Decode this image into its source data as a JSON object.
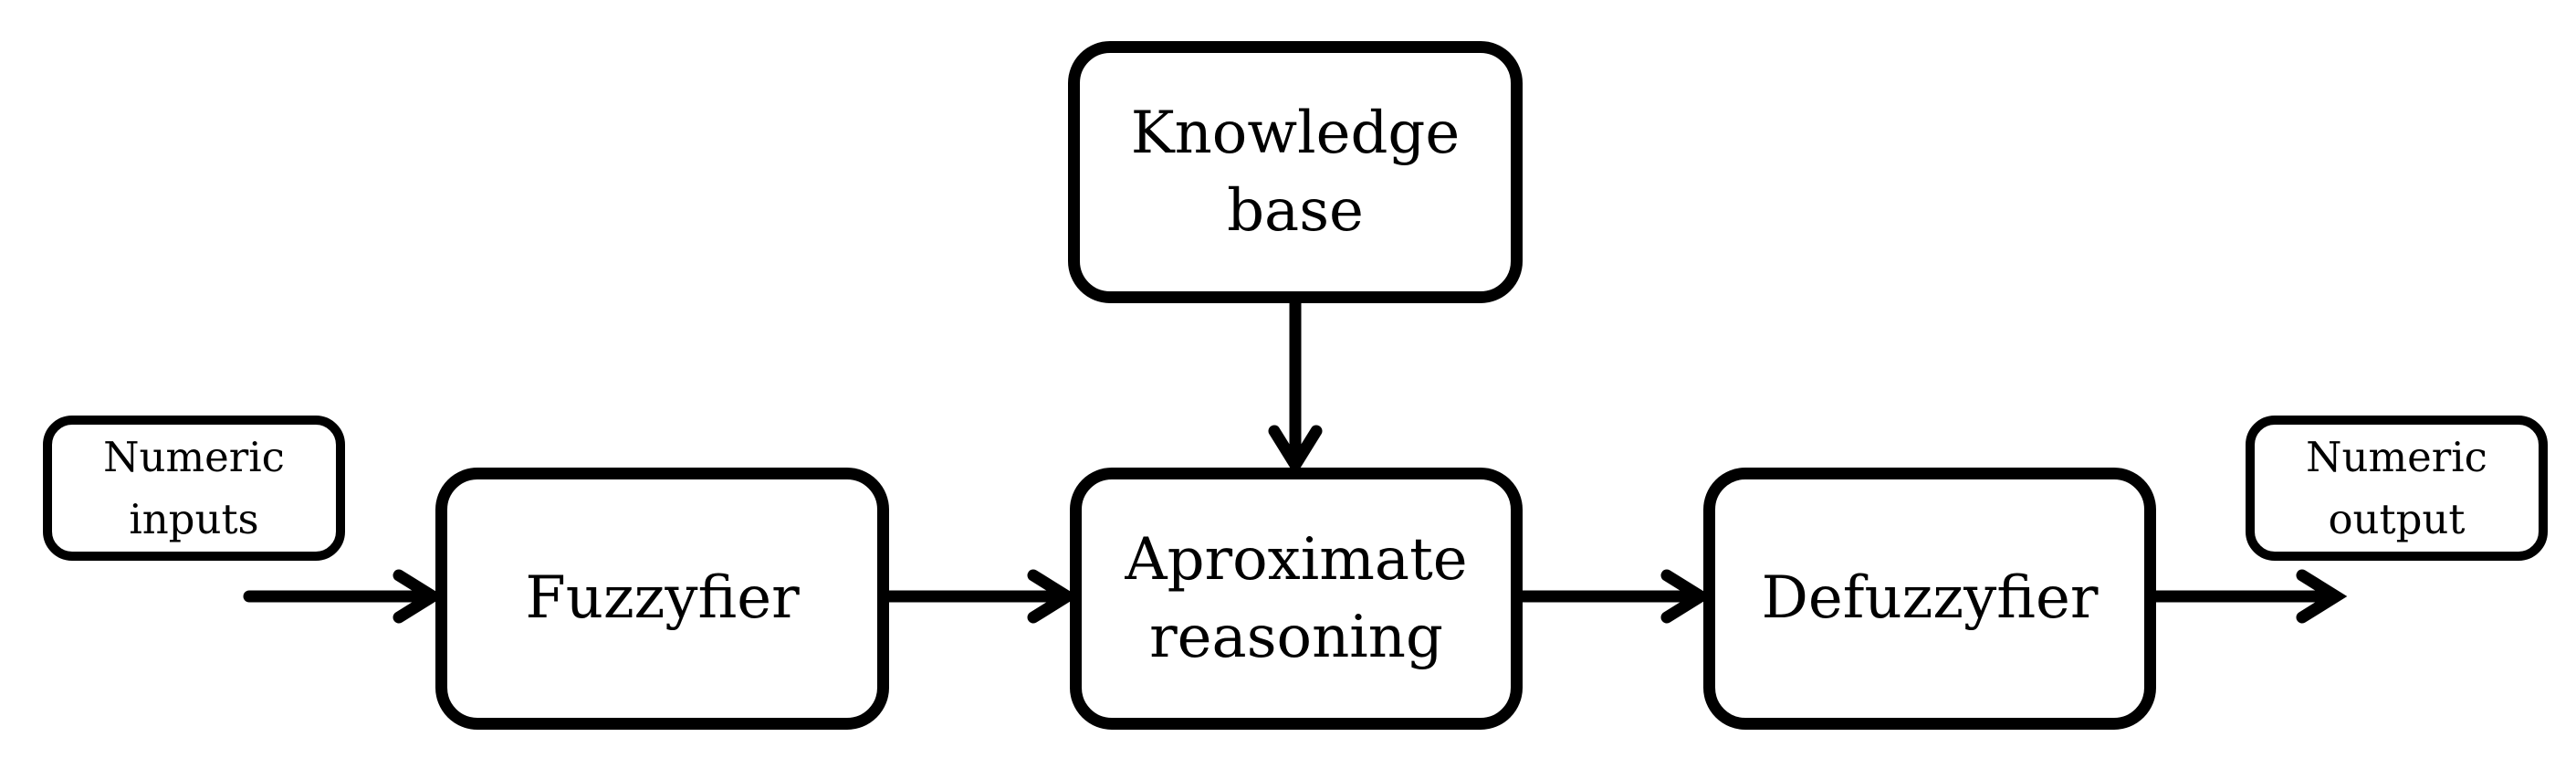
{
  "diagram": {
    "type": "flowchart",
    "colors": {
      "stroke": "#000000",
      "node_fill": "#ffffff",
      "text": "#000000",
      "background": "#ffffff"
    },
    "nodes": {
      "knowledge_base": {
        "label": "Knowledge\nbase",
        "shape": "rounded-rect",
        "size": "large"
      },
      "numeric_inputs": {
        "label": "Numeric\ninputs",
        "shape": "rounded-rect",
        "size": "small"
      },
      "fuzzyfier": {
        "label": "Fuzzyfier",
        "shape": "rounded-rect",
        "size": "large"
      },
      "approximate_reasoning": {
        "label": "Aproximate\nreasoning",
        "shape": "rounded-rect",
        "size": "large"
      },
      "defuzzyfier": {
        "label": "Defuzzyfier",
        "shape": "rounded-rect",
        "size": "large"
      },
      "numeric_output": {
        "label": "Numeric\noutput",
        "shape": "rounded-rect",
        "size": "small"
      }
    },
    "edges": [
      {
        "from": "numeric_inputs",
        "to": "fuzzyfier",
        "direction": "right"
      },
      {
        "from": "fuzzyfier",
        "to": "approximate_reasoning",
        "direction": "right"
      },
      {
        "from": "knowledge_base",
        "to": "approximate_reasoning",
        "direction": "down"
      },
      {
        "from": "approximate_reasoning",
        "to": "defuzzyfier",
        "direction": "right"
      },
      {
        "from": "defuzzyfier",
        "to": "numeric_output",
        "direction": "right"
      }
    ]
  }
}
